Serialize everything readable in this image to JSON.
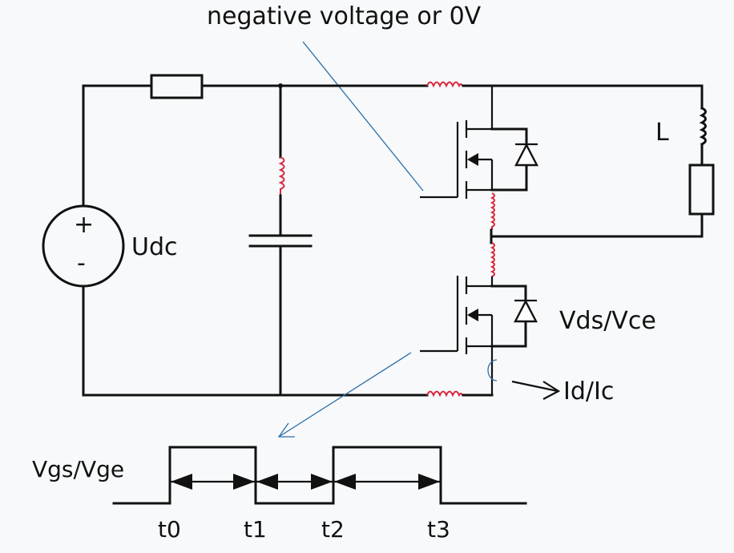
{
  "diagram": {
    "title": "Half-bridge switching circuit with gate drive timing",
    "labels": {
      "annotation_top": "negative voltage or 0V",
      "source": "Udc",
      "source_plus": "+",
      "source_minus": "-",
      "load_inductor": "L",
      "vds": "Vds/Vce",
      "current": "Id/Ic",
      "gate_signal": "Vgs/Vge"
    },
    "timing": {
      "markers": [
        "t0",
        "t1",
        "t2",
        "t3"
      ],
      "levels": [
        "low",
        "high",
        "low",
        "high",
        "low"
      ]
    },
    "colors": {
      "wire": "#111111",
      "parasitic_inductor": "#d9263a",
      "annotation": "#2f6fa8",
      "background": "#f7f9fb"
    }
  }
}
